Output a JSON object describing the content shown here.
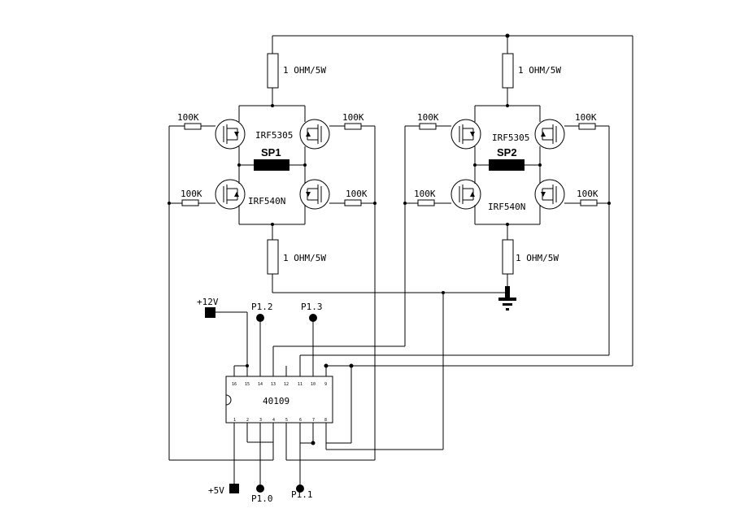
{
  "resistors": {
    "sp1_top_value": "1 OHM/5W",
    "sp1_bottom_value": "1 OHM/5W",
    "sp2_top_value": "1 OHM/5W",
    "sp2_bottom_value": "1 OHM/5W",
    "gate_value": "100K"
  },
  "bridge1": {
    "speaker": "SP1",
    "pmos": "IRF5305",
    "nmos": "IRF540N"
  },
  "bridge2": {
    "speaker": "SP2",
    "pmos": "IRF5305",
    "nmos": "IRF540N"
  },
  "ic": {
    "name": "40109",
    "pins_top": [
      "16",
      "15",
      "14",
      "13",
      "12",
      "11",
      "10",
      "9"
    ],
    "pins_bottom": [
      "1",
      "2",
      "3",
      "4",
      "5",
      "6",
      "7",
      "8"
    ]
  },
  "power": {
    "vpos12": "+12V",
    "vpos5": "+5V"
  },
  "ports": {
    "p12": "P1.2",
    "p13": "P1.3",
    "p10": "P1.0",
    "p11": "P1.1"
  }
}
